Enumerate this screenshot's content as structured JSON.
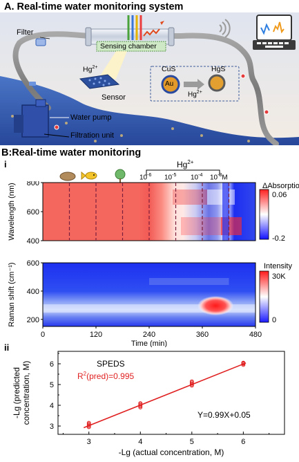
{
  "panelA": {
    "title": "A. Real-time water monitoring system",
    "labels": {
      "filter": "Filter",
      "sensing_chamber": "Sensing chamber",
      "hg": "Hg",
      "hg_sup": "2+",
      "sensor": "Sensor",
      "water_pump": "Water pump",
      "filtration_unit": "Filtration unit",
      "cus": "CuS",
      "au": "Au",
      "hgs": "HgS",
      "hg2_arrow": "Hg",
      "hg2_arrow_sup": "2+"
    },
    "colors": {
      "water": "#3b63b5",
      "pipe": "#8c8c8c",
      "sky": "#e9ecf4"
    }
  },
  "panelB": {
    "title": "B:Real-time water monitoring",
    "sub_i": "i",
    "sub_ii": "ii",
    "hg_bracket": {
      "base": "Hg",
      "sup": "2+"
    },
    "conc_labels": [
      {
        "base": "10",
        "sup": "-6"
      },
      {
        "base": "10",
        "sup": "-5"
      },
      {
        "base": "10",
        "sup": "-4"
      },
      {
        "base": "10",
        "sup": "-3"
      },
      {
        "base": "M",
        "sup": ""
      }
    ],
    "icons": [
      "soil-icon",
      "fish-icon",
      "tree-icon"
    ]
  },
  "chart_data": [
    {
      "type": "heatmap",
      "ylabel": "Wavelength (nm)",
      "yticks": [
        "800",
        "600",
        "400"
      ],
      "ylim": [
        400,
        800
      ],
      "colorbar": {
        "title": "ΔAbsorption",
        "max": "0.06",
        "min": "-0.2",
        "colors": [
          "#ff2020",
          "#ffffff",
          "#1010ff"
        ]
      },
      "dividers_min": [
        60,
        120,
        180,
        240,
        300,
        360,
        420
      ]
    },
    {
      "type": "heatmap",
      "ylabel": "Raman shift (cm⁻¹)",
      "yticks": [
        "600",
        "400",
        "200"
      ],
      "ylim": [
        150,
        600
      ],
      "xlabel": "Time (min)",
      "xticks": [
        "0",
        "120",
        "240",
        "360",
        "480"
      ],
      "xlim": [
        0,
        480
      ],
      "colorbar": {
        "title": "Intensity",
        "max": "30K",
        "min": "0",
        "colors": [
          "#ff1a1a",
          "#ffffff",
          "#1a1aff"
        ]
      }
    },
    {
      "type": "scatter",
      "title": "SPEDS",
      "r2": "R",
      "r2_sup": "2",
      "r2_rest": "(pred)=0.995",
      "equation": "Y=0.99X+0.05",
      "xlabel": "-Lg (actual concentration, M)",
      "ylabel": "-Lg (predicted concentration, M)",
      "xticks": [
        "3",
        "4",
        "5",
        "6"
      ],
      "yticks": [
        "3",
        "4",
        "5",
        "6"
      ],
      "xlim": [
        2.4,
        6.8
      ],
      "ylim": [
        2.6,
        6.6
      ],
      "x": [
        3,
        3,
        3,
        3,
        3,
        4,
        4,
        4,
        4,
        4,
        5,
        5,
        5,
        5,
        5,
        6,
        6,
        6,
        6
      ],
      "y": [
        2.95,
        3.0,
        3.05,
        3.1,
        3.15,
        3.9,
        3.95,
        4.0,
        4.05,
        4.1,
        4.95,
        5.0,
        5.05,
        5.1,
        5.15,
        5.95,
        6.0,
        6.02,
        6.05
      ],
      "fit": {
        "slope": 0.99,
        "intercept": 0.05
      },
      "color": "#e02020"
    }
  ]
}
